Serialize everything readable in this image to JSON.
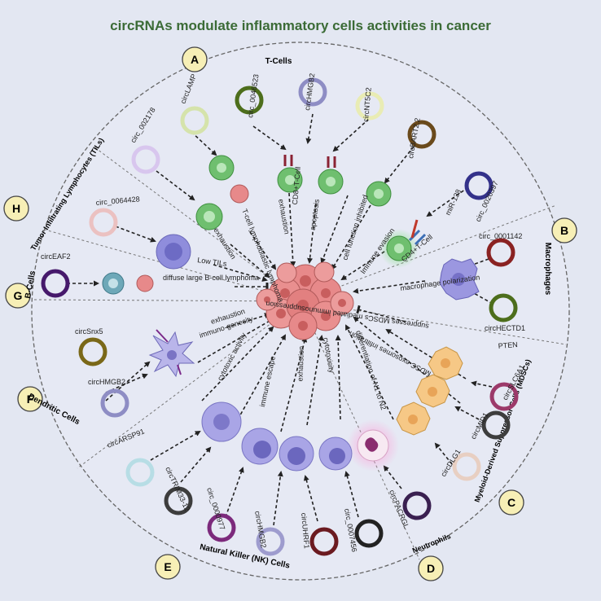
{
  "title": "circRNAs modulate inflammatory cells activities in cancer",
  "sections": [
    {
      "letter": "A",
      "name": "T-Cells"
    },
    {
      "letter": "B",
      "name": "Macrophages"
    },
    {
      "letter": "C",
      "name": "Myeloid-Derived Suppressor Cells (MDSCs)"
    },
    {
      "letter": "D",
      "name": "Neutrophils"
    },
    {
      "letter": "E",
      "name": "Natural Killer (NK) Cells"
    },
    {
      "letter": "F",
      "name": "Dendritic Cells"
    },
    {
      "letter": "G",
      "name": "B-Cells"
    },
    {
      "letter": "H",
      "name": "Tumor Infiltrating Lymphocytes (TILs)"
    }
  ],
  "circrnas": {
    "circ_002178": "circ_002178",
    "circLAMP": "circLAMP",
    "circ_0046523": "circ_0046523",
    "circHMGB2_t": "circHMGB2",
    "circNT5C2": "circNT5C2",
    "circBART2_2": "circBART2.2",
    "circ_0020397": "circ_0020397",
    "miR_138": "miR-138",
    "circ_0001142": "circ_0001142",
    "circHECTD1": "circHECTD1",
    "PTEN": "PTEN",
    "circSLC6A1": "circSLC6A1",
    "circMID1": "circMID1",
    "circDLG1": "circDLG1",
    "circPACRGL": "circPACRGL",
    "circ_0007456": "circ_0007456",
    "circUHRF1": "circUHRF1",
    "circHMGB2_nk": "circHMGB2",
    "circ_0000977": "circ_0000977",
    "circTRIM33_12": "circTRIM33-12",
    "circARSP91": "circARSP91",
    "circHMGB2_dc": "circHMGB2",
    "circSnx5": "circSnx5",
    "circEAF2": "circEAF2",
    "circ_0064428": "circ_0064428"
  },
  "effects": {
    "t_exhaustion": "exhaustion",
    "t_lymphoma": "T-cell lymphoblastic lymphoma",
    "t_exhaustion2": "exhaustion",
    "t_cd8": "CD8+T-Cell",
    "t_apoptosis": "apoptosis",
    "t_function": "cell function inhibited",
    "t_evasion": "Immune evasion",
    "t_cd4": "CD4+T-Cell",
    "mac_polarization": "macrophage polarization",
    "mdsc_suppress": "suppresses MDSCs mediated immunosuppression",
    "mdsc_exosome": "MDSC-exosomes infiltration",
    "neu_diff": "differentiation of N1 to N2",
    "nk_cytotoxicity": "cytotoxicity",
    "nk_exhaustion": "exhaustion",
    "nk_escape": "immune escape",
    "nk_cytotoxic": "cytotoxic activity",
    "dc_exhaustion": "exhaustion",
    "dc_immunogenecity": "immuno-genecity",
    "b_dlbcl": "diffuse large B-cell lymphoma",
    "til_low": "Low TILs"
  },
  "colors": {
    "background": "#e3e7f2",
    "title": "#3b6b36",
    "badge": "#f7efb6",
    "tumor": "#e7898a",
    "tcell": "#6fbf6f",
    "lymphocyte": "#8f8ddc",
    "mdsc": "#f6c886",
    "macrophage": "#9b97e0",
    "neutrophil": "#ee9ad2",
    "bcell": "#6ea8b8"
  }
}
